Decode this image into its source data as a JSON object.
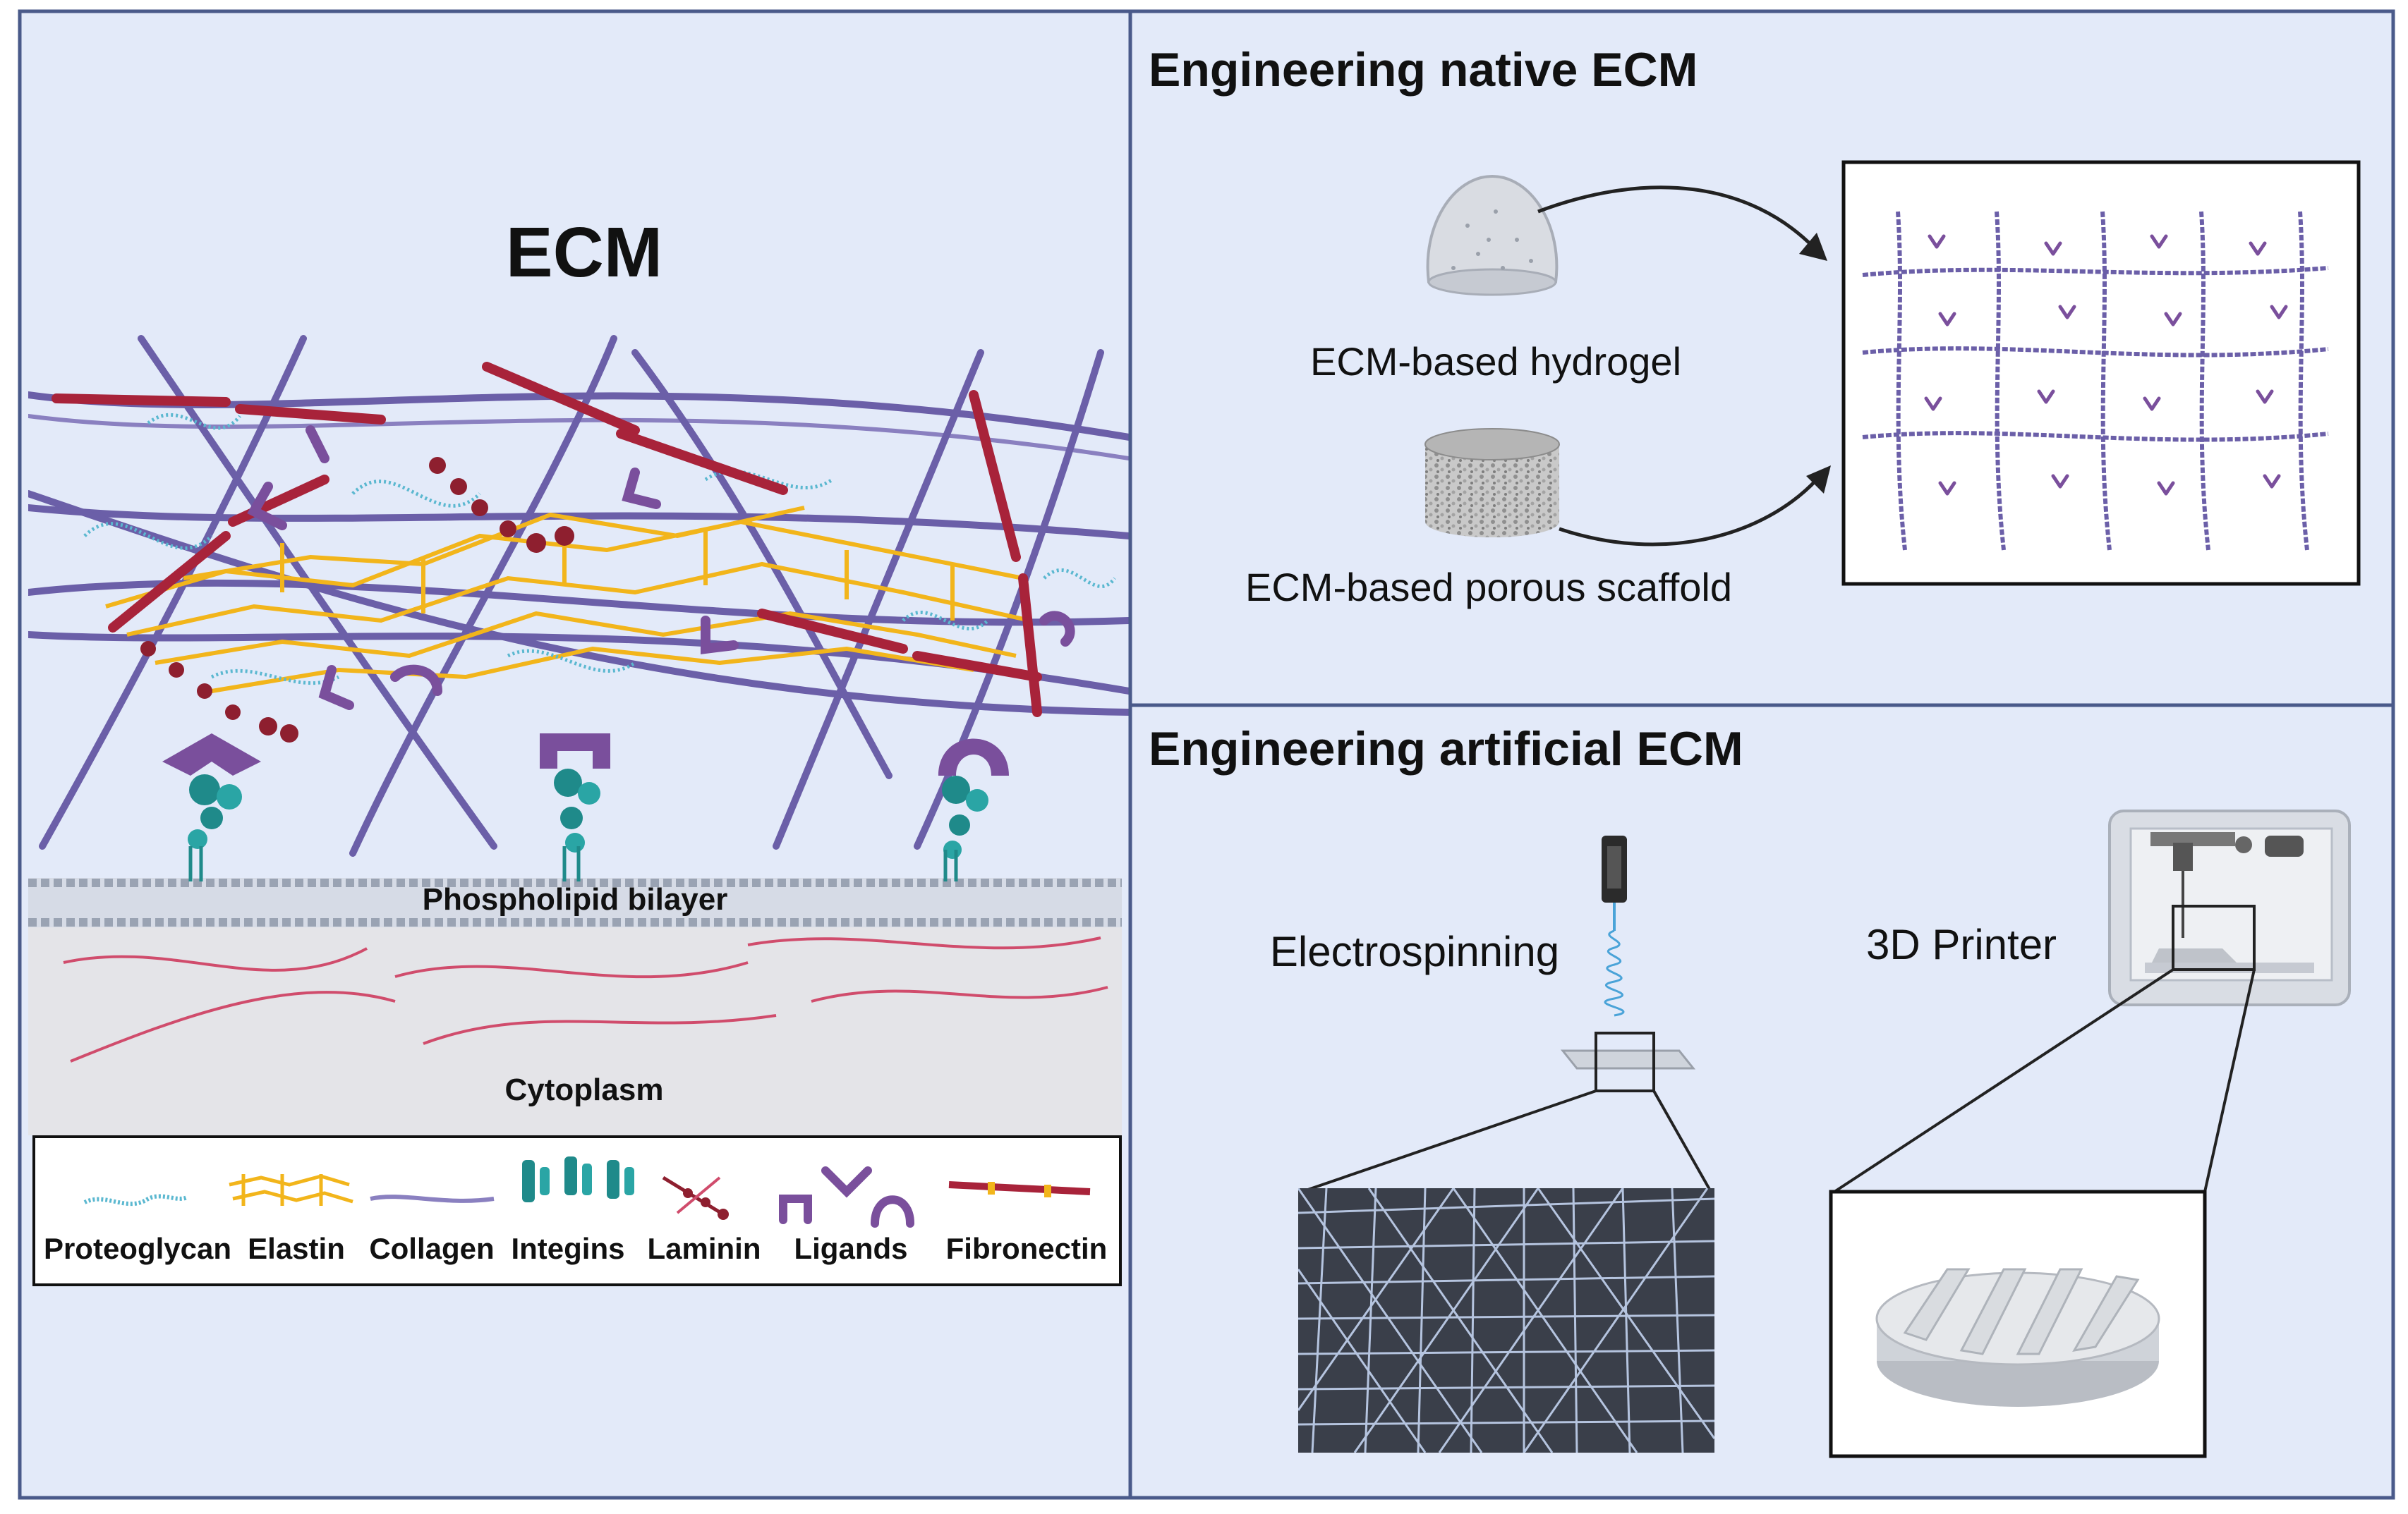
{
  "left_panel": {
    "title": "ECM",
    "membrane_label": "Phospholipid bilayer",
    "cytoplasm_label": "Cytoplasm",
    "legend": [
      {
        "label": "Proteoglycan",
        "icon": "proteoglycan-icon"
      },
      {
        "label": "Elastin",
        "icon": "elastin-icon"
      },
      {
        "label": "Collagen",
        "icon": "collagen-icon"
      },
      {
        "label": "Integins",
        "icon": "integrin-icon"
      },
      {
        "label": "Laminin",
        "icon": "laminin-icon"
      },
      {
        "label": "Ligands",
        "icon": "ligand-icon"
      },
      {
        "label": "Fibronectin",
        "icon": "fibronectin-icon"
      }
    ]
  },
  "native_panel": {
    "heading": "Engineering native ECM",
    "hydrogel_label": "ECM-based hydrogel",
    "scaffold_label": "ECM-based porous scaffold"
  },
  "artificial_panel": {
    "heading": "Engineering artificial ECM",
    "electrospinning_label": "Electrospinning",
    "printer_label": "3D Printer"
  },
  "colors": {
    "panel_bg": "#e3eaf9",
    "border": "#4a5a8a",
    "collagen": "#6b5fa8",
    "elastin": "#f2b51b",
    "proteoglycan": "#5bb8d0",
    "fibronectin": "#a8233a",
    "laminin": "#8e1f2f",
    "ligand": "#7a4f9c",
    "integrin": "#1f8a8a",
    "cytoplasm_bg": "#e4e4e8",
    "cytoskeleton": "#d04c6c"
  }
}
